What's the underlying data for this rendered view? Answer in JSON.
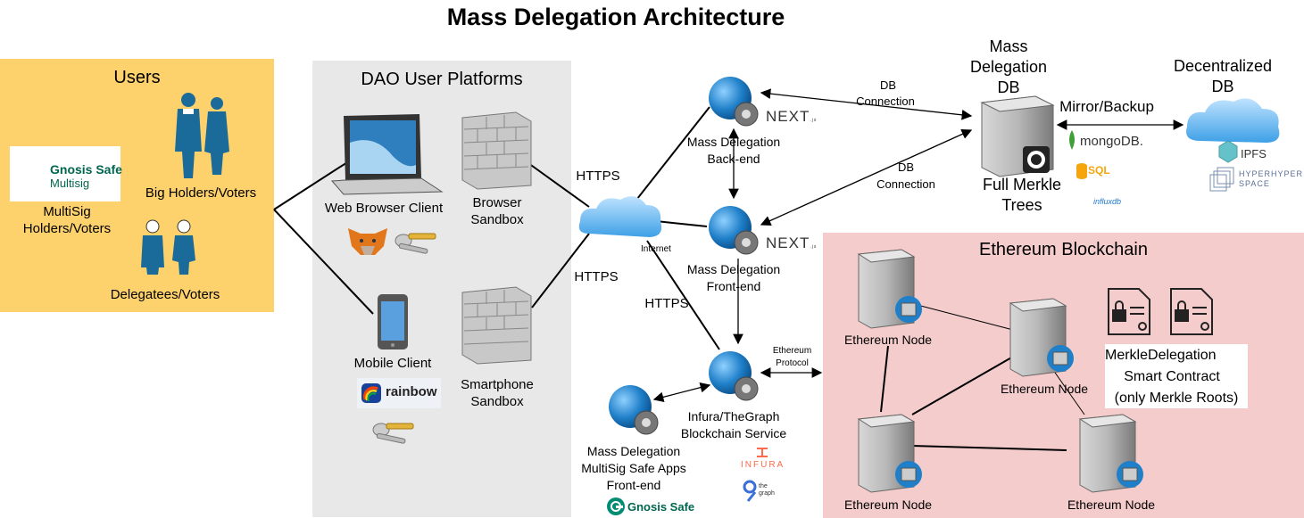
{
  "title": "Mass Delegation Architecture",
  "regions": {
    "users": "Users",
    "platforms": "DAO User Platforms",
    "ethereum": "Ethereum Blockchain"
  },
  "users": {
    "gnosis_logo": "Gnosis Safe",
    "gnosis_sub": "Multisig",
    "multisig_line1": "MultiSig",
    "multisig_line2": "Holders/Voters",
    "big_holders": "Big Holders/Voters",
    "delegatees": "Delegatees/Voters"
  },
  "platforms": {
    "web_client": "Web Browser Client",
    "browser_sandbox_1": "Browser",
    "browser_sandbox_2": "Sandbox",
    "mobile_client": "Mobile Client",
    "rainbow_logo": "rainbow",
    "smartphone_sandbox_1": "Smartphone",
    "smartphone_sandbox_2": "Sandbox"
  },
  "connections": {
    "https_top": "HTTPS",
    "https_bottom": "HTTPS",
    "https_infura": "HTTPS",
    "internet": "Internet",
    "db_conn_top_1": "DB",
    "db_conn_top_2": "Connection",
    "db_conn_bottom_1": "DB",
    "db_conn_bottom_2": "Connection",
    "mirror_backup": "Mirror/Backup",
    "eth_protocol_1": "Ethereum",
    "eth_protocol_2": "Protocol"
  },
  "services": {
    "backend_1": "Mass Delegation",
    "backend_2": "Back-end",
    "frontend_1": "Mass Delegation",
    "frontend_2": "Front-end",
    "next_logo": "NEXT",
    "next_suffix": ".js",
    "infura_1": "Infura/TheGraph",
    "infura_2": "Blockchain Service",
    "infura_logo": "INFURA",
    "thegraph_logo_1": "the",
    "thegraph_logo_2": "graph",
    "multisig_app_1": "Mass Delegation",
    "multisig_app_2": "MultiSig Safe Apps",
    "multisig_app_3": "Front-end",
    "gnosis_bottom_logo": "Gnosis Safe"
  },
  "database": {
    "title_1": "Mass",
    "title_2": "Delegation",
    "title_3": "DB",
    "merkle_1": "Full Merkle",
    "merkle_2": "Trees",
    "mongodb": "mongoDB.",
    "sql": "SQL",
    "influx": "influxdb",
    "decentral_1": "Decentralized",
    "decentral_2": "DB",
    "ipfs": "IPFS",
    "hyper_1": "HYPERHYPER",
    "hyper_2": "SPACE"
  },
  "ethereum": {
    "node_tl": "Ethereum Node",
    "node_center": "Ethereum Node",
    "node_bl": "Ethereum Node",
    "node_br": "Ethereum Node",
    "contract_1": "MerkleDelegation",
    "contract_2": "Smart Contract",
    "contract_3": "(only Merkle Roots)"
  },
  "colors": {
    "users_bg": "#fdd16b",
    "platforms_bg": "#e8e8e8",
    "ethereum_bg": "#f5cccc",
    "globe": "#1f7fc8",
    "cloud": "#3ea0e6",
    "server": "#9a9a9a",
    "figure": "#1a6b99"
  },
  "icons": [
    "laptop-icon",
    "firewall-icon",
    "phone-icon",
    "fox-icon",
    "key-icon",
    "globe-gear-icon",
    "cloud-icon",
    "server-icon",
    "document-lock-icon",
    "person-icon",
    "rainbow-icon",
    "gnosis-icon"
  ]
}
